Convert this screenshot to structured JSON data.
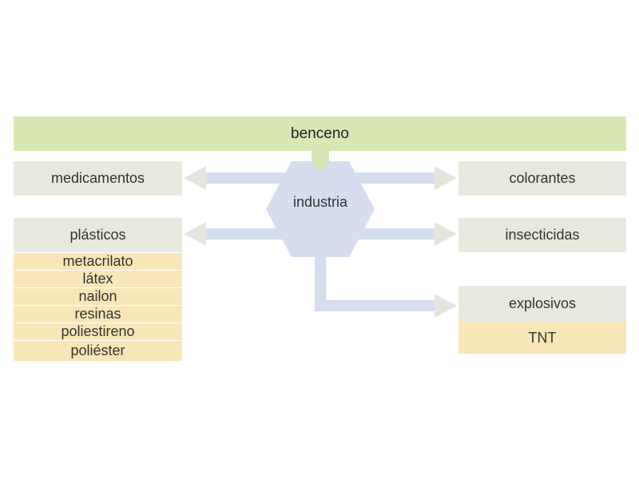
{
  "colors": {
    "top_bar": "#d9e7b4",
    "box": "#e9e8df",
    "sub_item": "#f8e6b6",
    "hub": "#d5ddef",
    "arrow_blue": "#d5ddef",
    "arrow_gray": "#e5e4dc",
    "arrow_green": "#d9e7b4"
  },
  "diagram": {
    "source": "benceno",
    "hub": "industria",
    "left": {
      "medicamentos": "medicamentos",
      "plasticos": "plásticos",
      "plasticos_items": [
        "metacrilato",
        "látex",
        "nailon",
        "resinas",
        "poliestireno",
        "poliéster"
      ]
    },
    "right": {
      "colorantes": "colorantes",
      "insecticidas": "insecticidas",
      "explosivos": "explosivos",
      "explosivos_item": "TNT"
    }
  }
}
